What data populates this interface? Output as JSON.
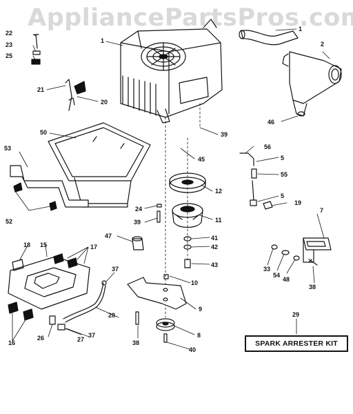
{
  "watermark": "AppliancePartsPros.com",
  "kit_label": "SPARK ARRESTER KIT",
  "callouts": {
    "c1a": "1",
    "c1b": "1",
    "c2": "2",
    "c5a": "5",
    "c5b": "5",
    "c7": "7",
    "c8": "8",
    "c9": "9",
    "c10": "10",
    "c11": "11",
    "c12": "12",
    "c15": "15",
    "c16": "16",
    "c17": "17",
    "c18": "18",
    "c19": "19",
    "c20": "20",
    "c21": "21",
    "c22": "22",
    "c23": "23",
    "c24": "24",
    "c25": "25",
    "c26": "26",
    "c27": "27",
    "c28": "28",
    "c29": "29",
    "c33": "33",
    "c37a": "37",
    "c37b": "37",
    "c38a": "38",
    "c38b": "38",
    "c39a": "39",
    "c39b": "39",
    "c40": "40",
    "c41": "41",
    "c42": "42",
    "c43": "43",
    "c45": "45",
    "c46": "46",
    "c47": "47",
    "c48": "48",
    "c50": "50",
    "c52": "52",
    "c53": "53",
    "c54": "54",
    "c55": "55",
    "c56": "56"
  }
}
